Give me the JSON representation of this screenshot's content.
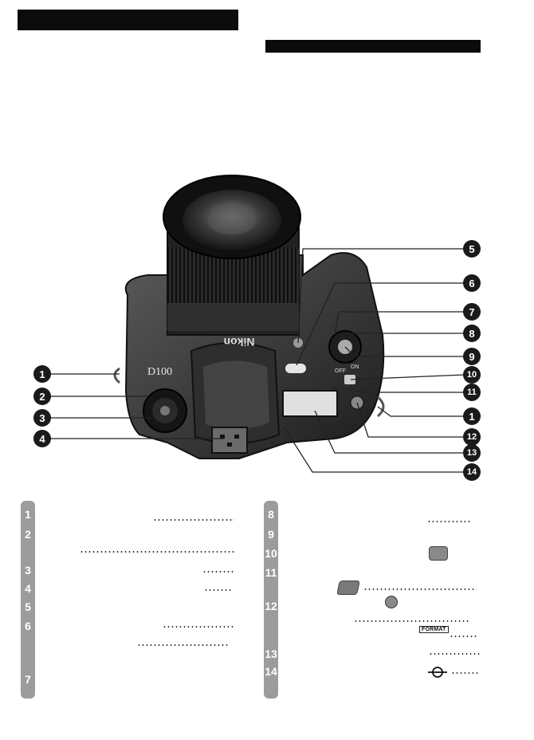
{
  "figure": {
    "body_logo": "D100",
    "lens_brand": "Nikon",
    "switch_labels": {
      "off": "OFF",
      "on": "ON"
    }
  },
  "callouts": [
    "1",
    "2",
    "3",
    "4",
    "5",
    "6",
    "7",
    "8",
    "9",
    "10",
    "11",
    "12",
    "13",
    "14",
    "1"
  ],
  "legend_left": [
    "1",
    "2",
    "3",
    "4",
    "5",
    "6",
    "7"
  ],
  "legend_right": [
    "8",
    "9",
    "10",
    "11",
    "12",
    "13",
    "14"
  ],
  "icons": {
    "format_label": "FORMAT",
    "chip_a": "mode-button-icon",
    "chip_b": "flash-button-icon",
    "chip_c": "round-button-icon",
    "chip_d": "focal-plane-mark-icon"
  }
}
